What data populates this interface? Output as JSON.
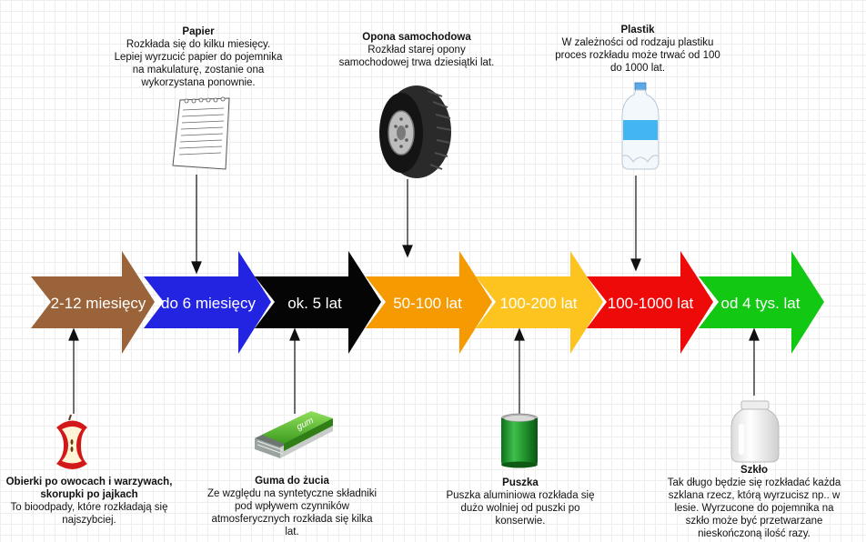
{
  "arrows": [
    {
      "label": "2-12 miesięcy",
      "color": "#9a6339"
    },
    {
      "label": "do 6 miesięcy",
      "color": "#2323e2"
    },
    {
      "label": "ok. 5 lat",
      "color": "#050505"
    },
    {
      "label": "50-100 lat",
      "color": "#f59a00"
    },
    {
      "label": "100-200 lat",
      "color": "#fdc31f"
    },
    {
      "label": "100-1000 lat",
      "color": "#ef0a0a"
    },
    {
      "label": "od 4 tys. lat",
      "color": "#12c812"
    }
  ],
  "items": {
    "papier": {
      "title": "Papier",
      "lines": [
        "Rozkłada się do kilku miesięcy.",
        "Lepiej wyrzucić papier do pojemnika",
        "na makulaturę, zostanie ona",
        "wykorzystana ponownie."
      ]
    },
    "opona": {
      "title": "Opona samochodowa",
      "lines": [
        "Rozkład starej opony",
        "samochodowej trwa dziesiątki lat."
      ]
    },
    "plastik": {
      "title": "Plastik",
      "lines": [
        "W zależności od rodzaju plastiku",
        "proces rozkładu może trwać od 100",
        "do 1000 lat."
      ]
    },
    "obierki": {
      "title": "Obierki po owocach i warzywach,",
      "title2": "skorupki po jajkach",
      "lines": [
        "To bioodpady, które rozkładają się",
        "najszybciej."
      ]
    },
    "guma": {
      "title": "Guma do żucia",
      "lines": [
        "Ze względu na syntetyczne składniki",
        "pod wpływem czynników",
        "atmosferycznych rozkłada się kilka",
        "lat."
      ]
    },
    "puszka": {
      "title": "Puszka",
      "lines": [
        "Puszka aluminiowa rozkłada się",
        "dużo wolniej od puszki po",
        "konserwie."
      ]
    },
    "szklo": {
      "title": "Szkło",
      "lines": [
        "Tak długo będzie się rozkładać każda",
        "szklana rzecz, którą wyrzucisz np.. w",
        "lesie.  Wyrzucone do pojemnika na",
        "szkło może być przetwarzane",
        "nieskończoną ilość razy."
      ]
    }
  },
  "gum_wrapper_text": "gum"
}
